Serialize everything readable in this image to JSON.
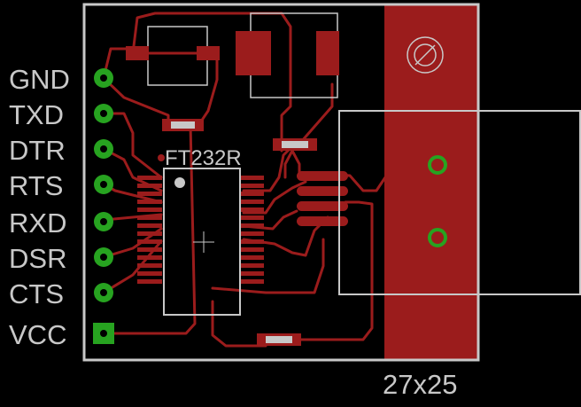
{
  "pin_labels": [
    "GND",
    "TXD",
    "DTR",
    "RTS",
    "RXD",
    "DSR",
    "CTS",
    "VCC"
  ],
  "chip_label": "FT232R",
  "board_size_label": "27x25",
  "colors": {
    "background": "#000000",
    "copper": "#9b1c1c",
    "silkscreen": "#c8c8c8",
    "pad": "#27a320",
    "board_outline": "#c8c8c8"
  }
}
